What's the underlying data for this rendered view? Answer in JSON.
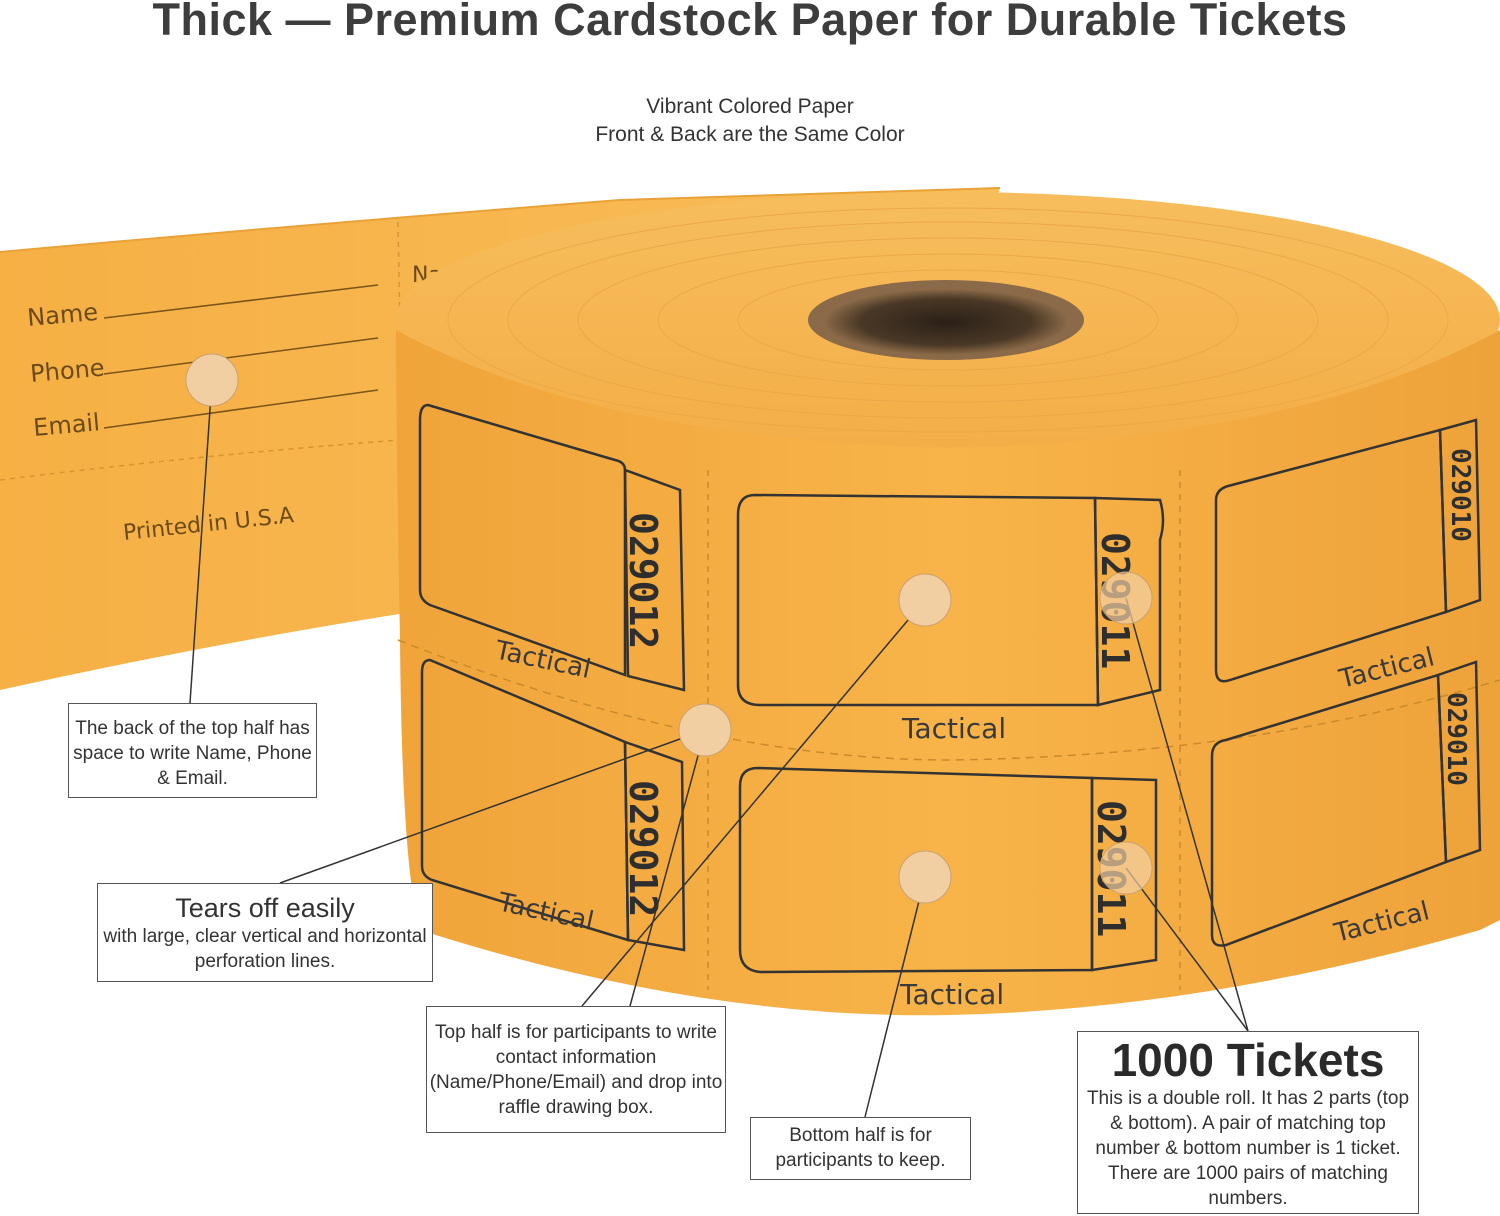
{
  "heading": {
    "title": "Thick — Premium Cardstock Paper for Durable Tickets",
    "subtitle_line1": "Vibrant Colored Paper",
    "subtitle_line2": "Front & Back are the Same Color"
  },
  "ticket_back": {
    "name_label": "Name",
    "phone_label": "Phone",
    "email_label": "Email",
    "printed_label": "Printed in U.S.A",
    "partial_label": "Na"
  },
  "tickets": {
    "brand": "Tactical",
    "number_left": "029012",
    "number_center": "029011",
    "number_right": "029010"
  },
  "callouts": {
    "back_top": "The back of the top half has space to write Name, Phone & Email.",
    "tears_title": "Tears off easily",
    "tears_body": "with large, clear vertical and horizontal perforation lines.",
    "top_half": "Top half is for participants to write contact information (Name/Phone/Email) and drop into raffle drawing box.",
    "bottom_half": "Bottom half is for participants to keep.",
    "count_title": "1000 Tickets",
    "count_body": "This is a double roll. It has 2 parts (top & bottom). A pair of matching top number & bottom number is 1 ticket. There are 1000 pairs of matching numbers."
  },
  "colors": {
    "paper": "#f7b245",
    "paper_dark": "#e99a2c",
    "paper_light": "#f9c060",
    "marker": "#f2cfa2",
    "core": "#8a6a48"
  }
}
